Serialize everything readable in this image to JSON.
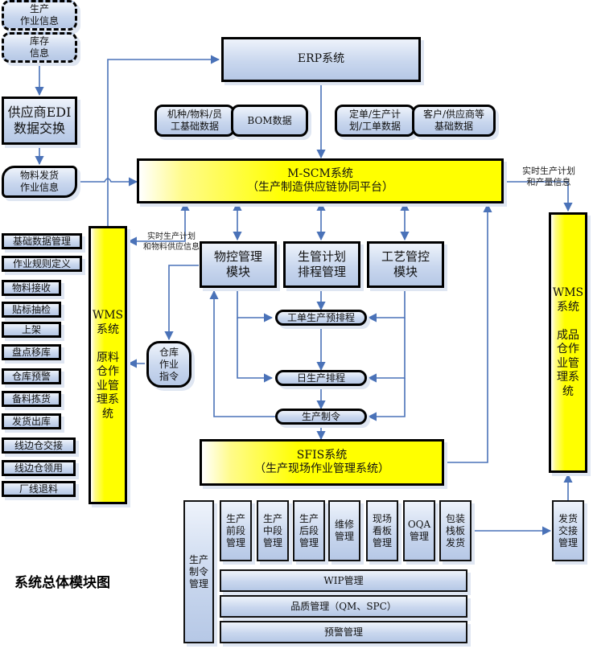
{
  "title": "系统总体模块图",
  "top_left": {
    "production_info": "生产\n作业信息",
    "inventory_info": "库存\n信息",
    "supplier_edi": "供应商EDI\n数据交换",
    "material_delivery": "物料发货\n作业信息"
  },
  "erp": {
    "label": "ERP系统",
    "data_tapes": [
      "机种/物料/员\n工基础数据",
      "BOM数据",
      "定单/生产计\n划/工单数据",
      "客户/供应商等\n基础数据"
    ]
  },
  "mscm": {
    "name": "M-SCM系统",
    "subtitle": "（生产制造供应链协同平台）"
  },
  "right_note": "实时生产计划\n和产量信息",
  "left_note": "实时生产计划\n和物料供应信息",
  "modules": [
    "物控管理\n模块",
    "生管计划\n排程管理",
    "工艺管控\n模块"
  ],
  "schedule_steps": [
    "工单生产预排程",
    "日生产排程",
    "生产制令"
  ],
  "warehouse_instruction": "仓库\n作业\n指令",
  "wms_raw": "WMS\n系统\n\n原料\n仓作\n业管\n理系\n统",
  "wms_finished": "WMS\n系统\n\n成品\n仓作\n业管\n理系\n统",
  "wms_functions": [
    "基础数据管理",
    "作业规则定义",
    "物料接收",
    "贴标抽检",
    "上架",
    "盘点移库",
    "仓库预警",
    "备料拣货",
    "发货出库",
    "线边仓交接",
    "线边仓领用",
    "厂线退料"
  ],
  "sfis": {
    "name": "SFIS系统",
    "subtitle": "（生产现场作业管理系统）"
  },
  "sfis_modules": {
    "order_mgmt": "生产\n制令\n管理",
    "columns": [
      "生产\n前段\n管理",
      "生产\n中段\n管理",
      "生产\n后段\n管理",
      "维修\n管理",
      "现场\n看板\n管理",
      "OQA\n管理",
      "包装\n栈板\n发货"
    ],
    "rows": [
      "WIP管理",
      "品质管理（QM、SPC）",
      "预警管理"
    ],
    "shipping_handover": "发货\n交接\n管理"
  },
  "colors": {
    "line": "#4a72b8",
    "yellow": "#ffff00",
    "blue_box": "#c9d7ee"
  }
}
